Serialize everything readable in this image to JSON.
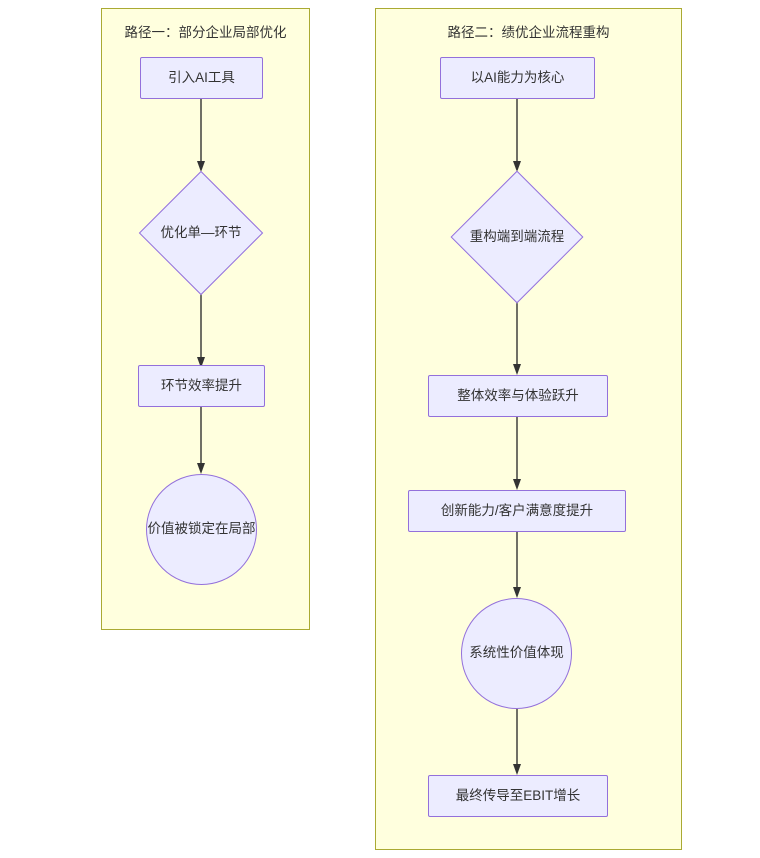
{
  "diagram": {
    "type": "flowchart",
    "direction": "top-to-bottom",
    "theme": {
      "node_fill": "#ececff",
      "node_border": "#9370db",
      "subgraph_fill": "#ffffde",
      "subgraph_border": "#aaaa33",
      "edge_color": "#333333",
      "text_color": "#333333",
      "page_background": "#ffffff"
    },
    "subgraphs": [
      {
        "id": "path-one",
        "title": "路径一：部分企业局部优化",
        "nodes": [
          {
            "id": "p1-n1",
            "shape": "rect",
            "label": "引入AI工具"
          },
          {
            "id": "p1-n2",
            "shape": "diamond",
            "label": "优化单—环节"
          },
          {
            "id": "p1-n3",
            "shape": "rect",
            "label": "环节效率提升"
          },
          {
            "id": "p1-n4",
            "shape": "circle",
            "label": "价值被锁定在局部"
          }
        ],
        "edges": [
          {
            "from": "p1-n1",
            "to": "p1-n2"
          },
          {
            "from": "p1-n2",
            "to": "p1-n3"
          },
          {
            "from": "p1-n3",
            "to": "p1-n4"
          }
        ]
      },
      {
        "id": "path-two",
        "title": "路径二：绩优企业流程重构",
        "nodes": [
          {
            "id": "p2-n1",
            "shape": "rect",
            "label": "以AI能力为核心"
          },
          {
            "id": "p2-n2",
            "shape": "diamond",
            "label": "重构端到端流程"
          },
          {
            "id": "p2-n3",
            "shape": "rect",
            "label": "整体效率与体验跃升"
          },
          {
            "id": "p2-n4",
            "shape": "rect",
            "label": "创新能力/客户满意度提升"
          },
          {
            "id": "p2-n5",
            "shape": "circle",
            "label": "系统性价值体现"
          },
          {
            "id": "p2-n6",
            "shape": "rect",
            "label": "最终传导至EBIT增长"
          }
        ],
        "edges": [
          {
            "from": "p2-n1",
            "to": "p2-n2"
          },
          {
            "from": "p2-n2",
            "to": "p2-n3"
          },
          {
            "from": "p2-n3",
            "to": "p2-n4"
          },
          {
            "from": "p2-n4",
            "to": "p2-n5"
          },
          {
            "from": "p2-n5",
            "to": "p2-n6"
          }
        ]
      }
    ]
  }
}
